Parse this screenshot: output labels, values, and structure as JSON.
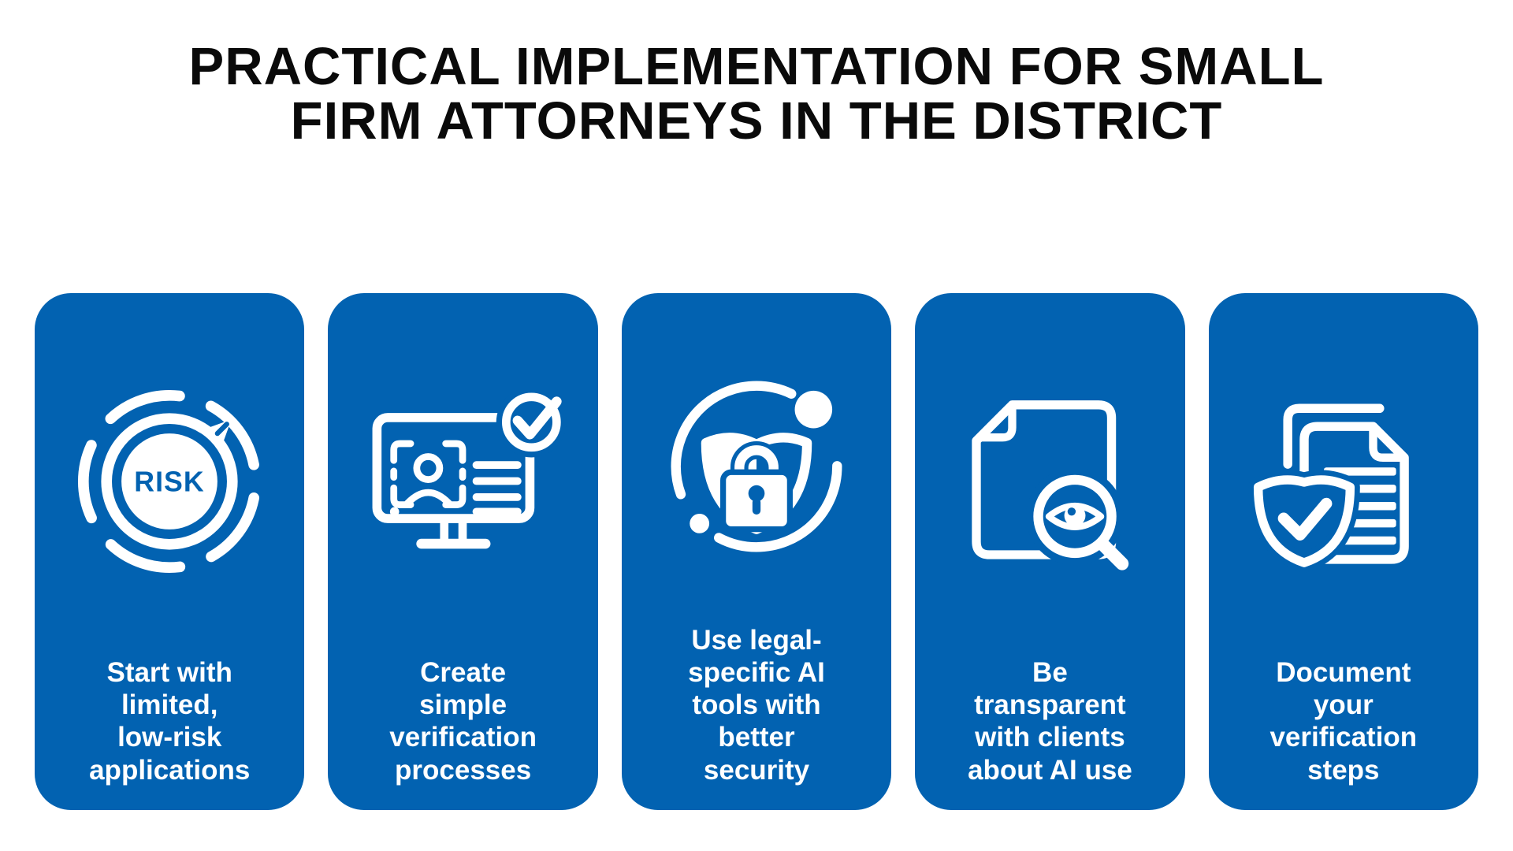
{
  "title": "PRACTICAL IMPLEMENTATION FOR SMALL\nFIRM ATTORNEYS IN THE DISTRICT",
  "colors": {
    "card_blue": "#0262b1",
    "text_white": "#ffffff",
    "title_black": "#0a0a0a",
    "background": "#ffffff"
  },
  "cards": [
    {
      "icon": "risk-gauge-icon",
      "icon_label": "RISK",
      "label": "Start with\nlimited,\nlow-risk\napplications"
    },
    {
      "icon": "id-verification-monitor-icon",
      "label": "Create\nsimple\nverification\nprocesses"
    },
    {
      "icon": "shield-lock-orbit-icon",
      "label": "Use legal-\nspecific AI\ntools with\nbetter\nsecurity"
    },
    {
      "icon": "document-eye-magnifier-icon",
      "label": "Be\ntransparent\nwith clients\nabout AI use"
    },
    {
      "icon": "shield-check-documents-icon",
      "label": "Document\nyour\nverification\nsteps"
    }
  ]
}
